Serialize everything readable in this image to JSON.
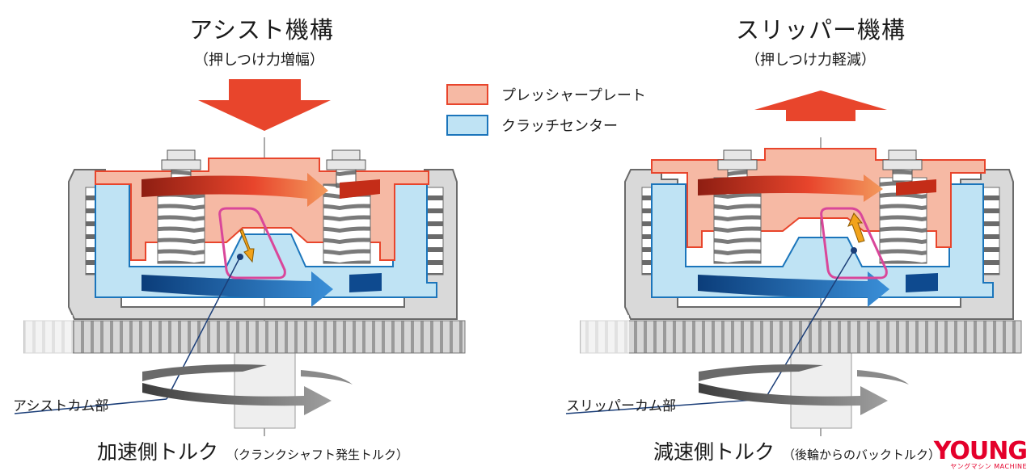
{
  "left": {
    "title": "アシスト機構",
    "subtitle": "（押しつけ力増幅）",
    "cam_label": "アシストカム部",
    "torque_main": "加速側トルク",
    "torque_note": "（クランクシャフト発生トルク）"
  },
  "right": {
    "title": "スリッパー機構",
    "subtitle": "（押しつけ力軽減）",
    "cam_label": "スリッパーカム部",
    "torque_main": "減速側トルク",
    "torque_note": "（後輪からのバックトルク）"
  },
  "legend": [
    {
      "label": "プレッシャープレート",
      "fill": "#f6b9a4",
      "stroke": "#e8452c"
    },
    {
      "label": "クラッチセンター",
      "fill": "#bfe3f4",
      "stroke": "#1b75bb"
    }
  ],
  "logo": {
    "main": "YOUNG",
    "sub": "ヤングマシン MACHINE"
  },
  "colors": {
    "arrow_red": "#e8452c",
    "arrow_blue": "#1565b0",
    "gear_grey": "#d9d9d9",
    "cam_pink": "#d9479a",
    "cam_orange": "#f2a31b"
  }
}
